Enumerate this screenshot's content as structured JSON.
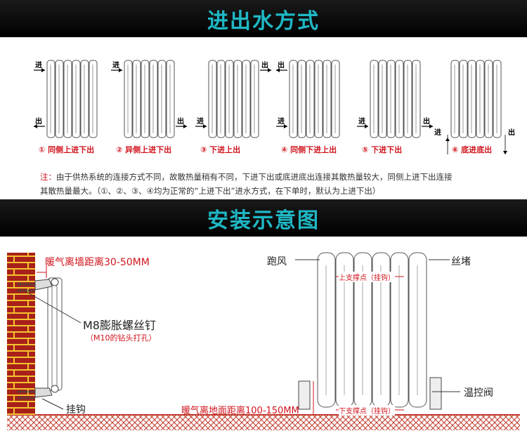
{
  "header1": {
    "title": "进出水方式"
  },
  "header2": {
    "title": "安装示意图"
  },
  "modes": [
    {
      "label": "① 同侧上进下出",
      "in": "进",
      "out": "出"
    },
    {
      "label": "② 异侧上进下出",
      "in": "进",
      "out": "出"
    },
    {
      "label": "③ 下进上出",
      "in": "进",
      "out": "出"
    },
    {
      "label": "④ 同侧下进上出",
      "in": "进",
      "out": "出"
    },
    {
      "label": "⑤ 下进下出",
      "in": "进",
      "out": "出"
    },
    {
      "label": "⑥ 底进底出",
      "in": "进",
      "out": "出"
    }
  ],
  "note": {
    "prefix": "注：",
    "line1": "由于供热系统的连接方式不同，故散热量稍有不同，下进下出或底进底出连接其散热量较大，同侧上进下出连接",
    "line2": "其散热量最大。（①、②、③、④均为正常的“上进下出”进水方式，在下单时，默认为上进下出）"
  },
  "install": {
    "wall_distance": "暖气离墙距离30-50MM",
    "screw": "M8膨胀螺丝钉",
    "screw_note": "（M10的钻头打孔）",
    "hook": "挂钩",
    "vent": "跑风",
    "plug": "丝堵",
    "upper_support": "上支撑点（挂钩）",
    "lower_support": "下支撑点（挂钩）",
    "floor_distance": "暖气离地面距离100-150MM",
    "valve": "温控阀"
  },
  "colors": {
    "accent": "#1fb8c6",
    "red": "#d0141c",
    "brick": "#a8201a"
  }
}
